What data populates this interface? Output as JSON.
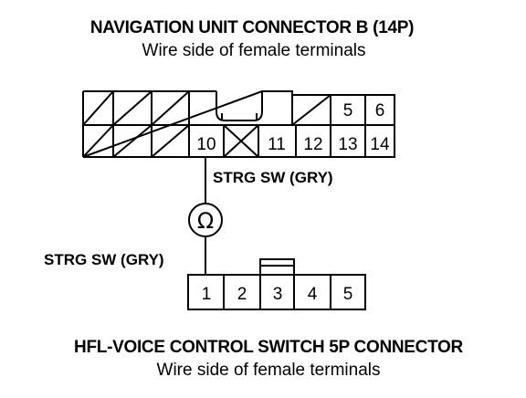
{
  "connector_b": {
    "title": "NAVIGATION UNIT CONNECTOR B (14P)",
    "subtitle": "Wire side of female terminals",
    "top_row": [
      "5",
      "6"
    ],
    "bottom_row": [
      "10",
      "11",
      "12",
      "13",
      "14"
    ]
  },
  "wire_label_upper": "STRG SW (GRY)",
  "meter_symbol": "Ω",
  "wire_label_lower": "STRG SW (GRY)",
  "connector_5p": {
    "title": "HFL-VOICE CONTROL SWITCH 5P CONNECTOR",
    "subtitle": "Wire side of female terminals",
    "terminals": [
      "1",
      "2",
      "3",
      "4",
      "5"
    ]
  }
}
